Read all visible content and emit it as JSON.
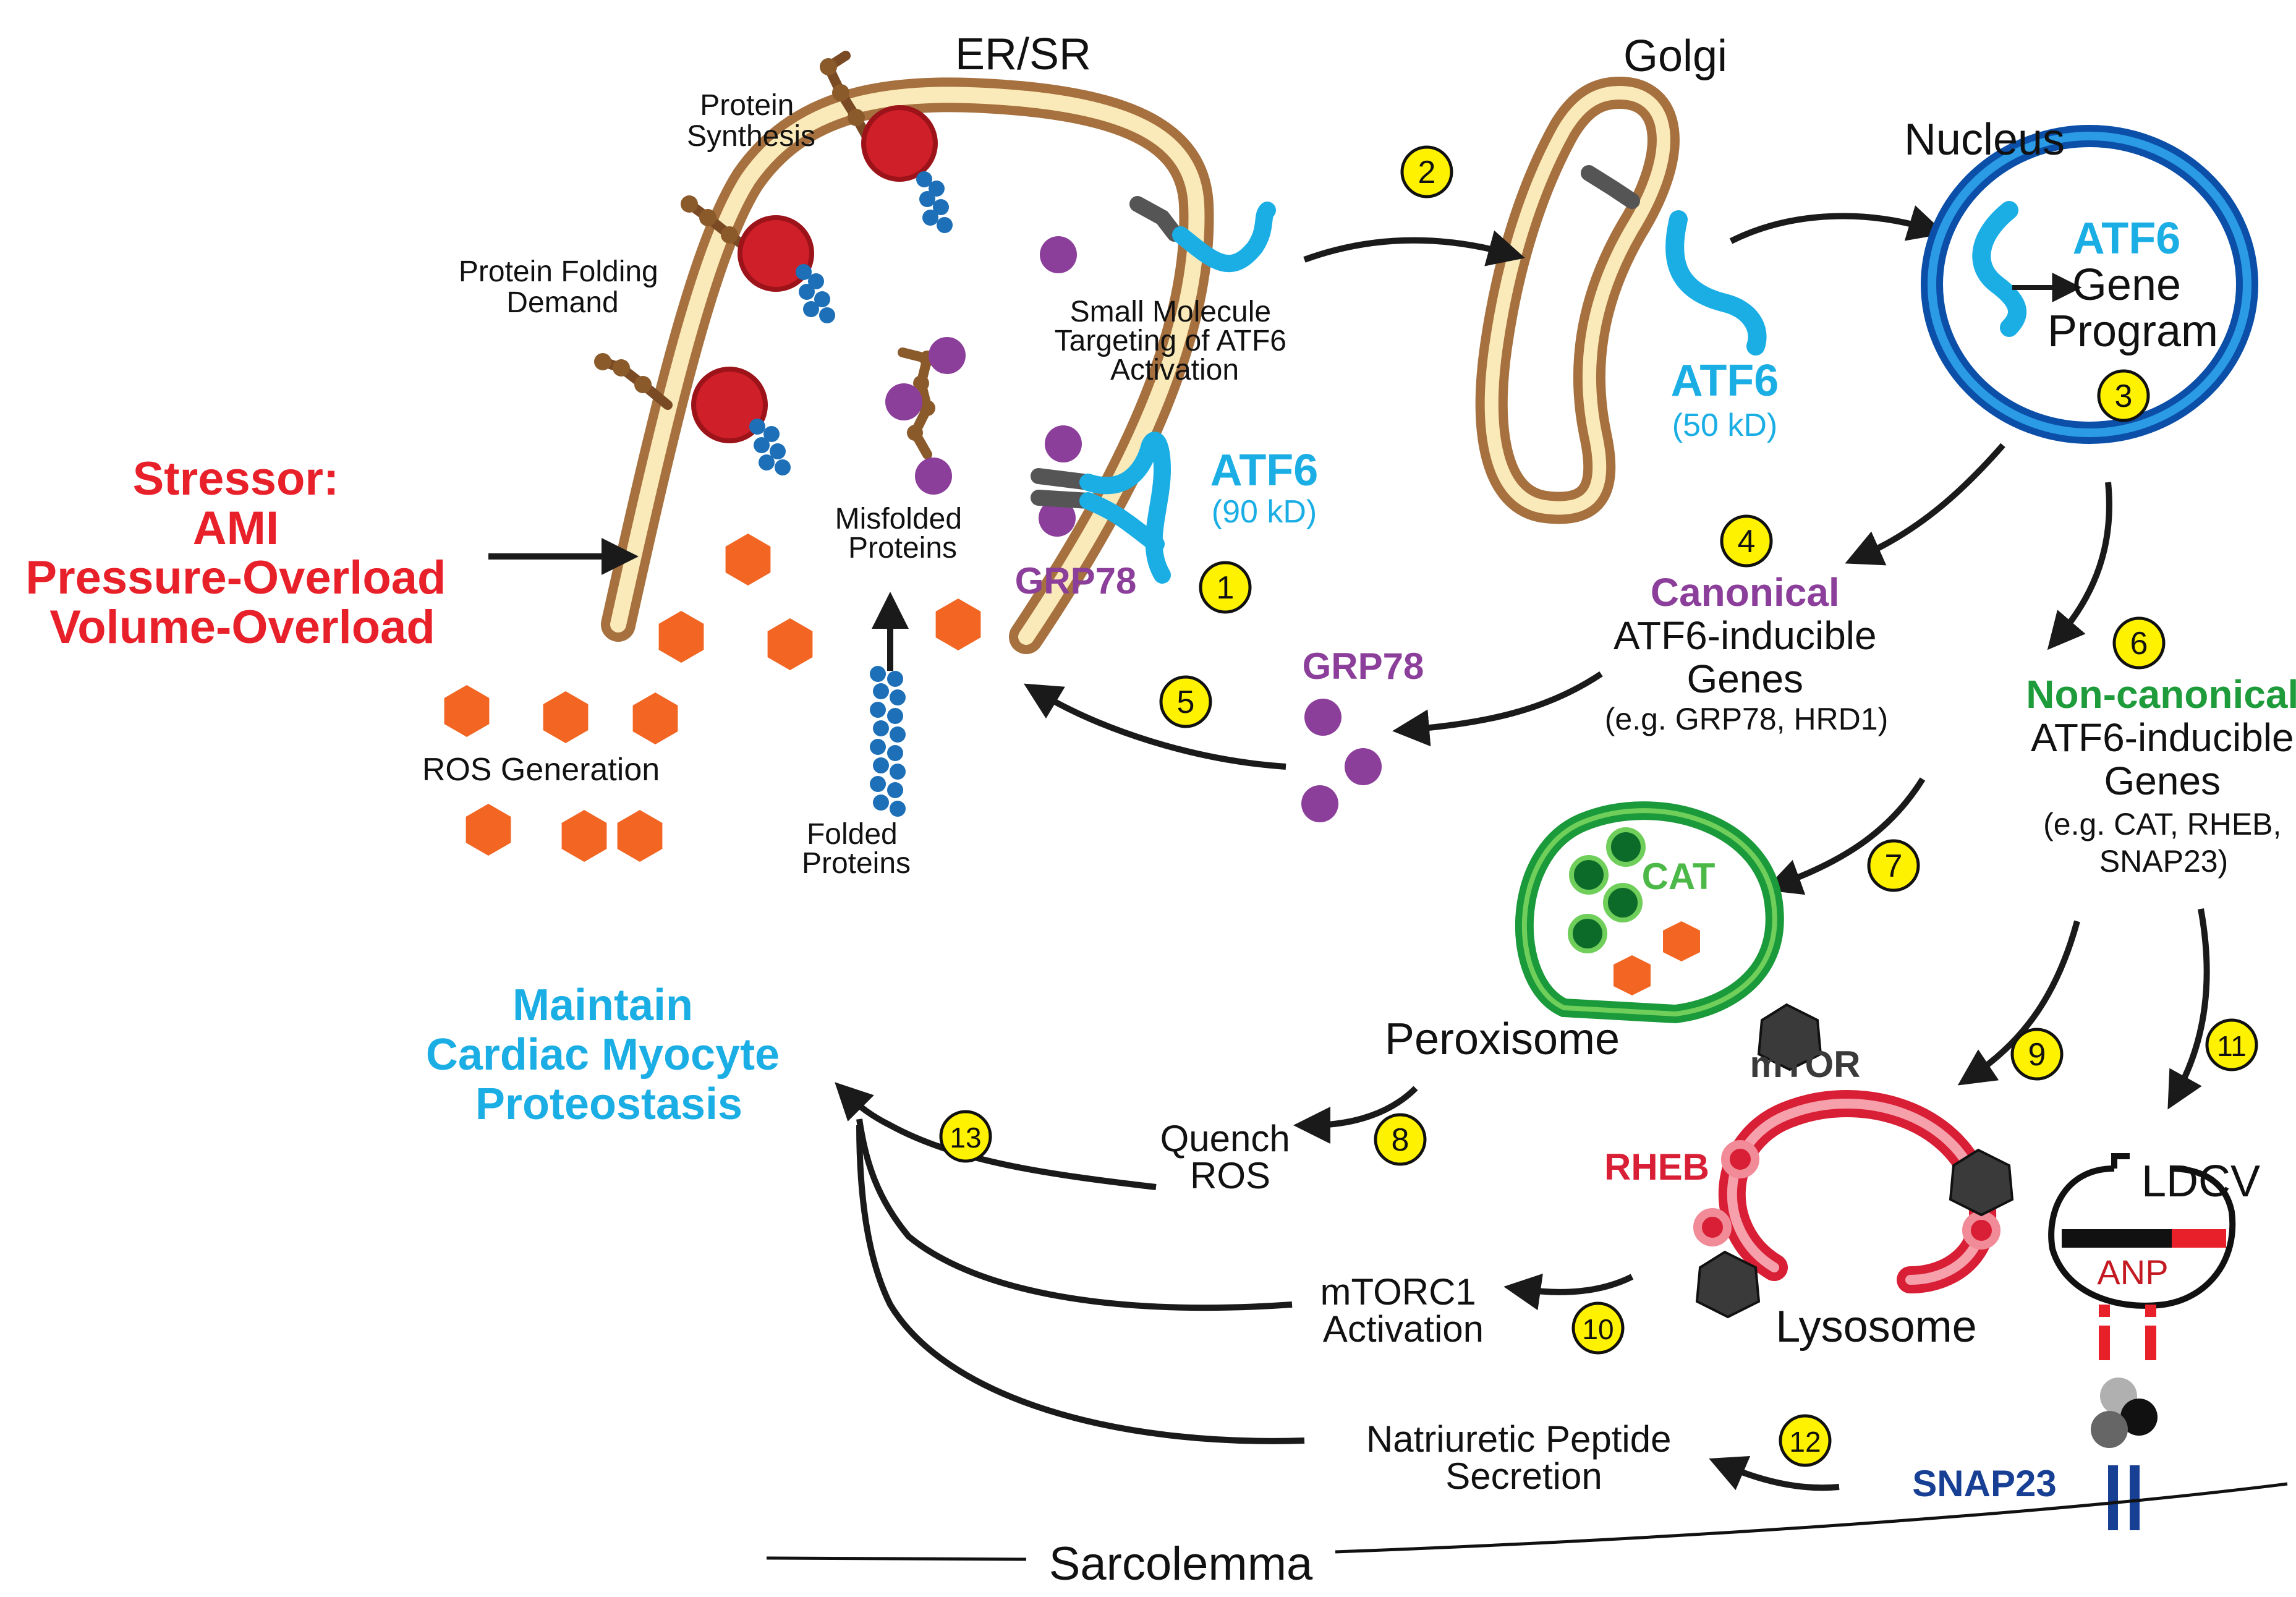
{
  "colors": {
    "stressor": "#e8202a",
    "atf6": "#1aaee5",
    "grp78": "#8b3f9a",
    "noncanonical": "#1e9b3a",
    "cat": "#4cb848",
    "rheb": "#d91f36",
    "snap23": "#173f94",
    "ros": "#f26522",
    "badge": "#fff200",
    "ribosome": "#d0202a",
    "er_membrane": "#b07c4a",
    "nucleus": "#1a6fc4"
  },
  "labels": {
    "er_sr": "ER/SR",
    "golgi": "Golgi",
    "nucleus": "Nucleus",
    "protein_synthesis": [
      "Protein",
      "Synthesis"
    ],
    "protein_folding_demand": [
      "Protein Folding",
      "Demand"
    ],
    "small_molecule": [
      "Small Molecule",
      "Targeting of ATF6",
      "Activation"
    ],
    "misfolded_proteins": [
      "Misfolded",
      "Proteins"
    ],
    "folded_proteins": [
      "Folded",
      "Proteins"
    ],
    "ros_generation": "ROS Generation",
    "stressor": [
      "Stressor:",
      "AMI",
      "Pressure-Overload",
      "Volume-Overload"
    ],
    "atf6_90": {
      "name": "ATF6",
      "size": "(90 kD)"
    },
    "atf6_50": {
      "name": "ATF6",
      "size": "(50 kD)"
    },
    "grp78_er": "GRP78",
    "grp78_free": "GRP78",
    "atf6_gene_program": [
      "ATF6",
      "Gene",
      "Program"
    ],
    "canonical": [
      "Canonical",
      "ATF6-inducible",
      "Genes",
      "(e.g. GRP78, HRD1)"
    ],
    "noncanonical": [
      "Non-canonical",
      "ATF6-inducible",
      "Genes",
      "(e.g. CAT, RHEB,",
      "SNAP23)"
    ],
    "cat": "CAT",
    "peroxisome": "Peroxisome",
    "maintain": [
      "Maintain",
      "Cardiac Myocyte",
      "Proteostasis"
    ],
    "quench_ros": [
      "Quench",
      "ROS"
    ],
    "mtor": "mTOR",
    "rheb": "RHEB",
    "lysosome": "Lysosome",
    "ldcv": "LDCV",
    "anp": "ANP",
    "mtorc1": [
      "mTORC1",
      "Activation"
    ],
    "natriuretic": [
      "Natriuretic Peptide",
      "Secretion"
    ],
    "snap23": "SNAP23",
    "sarcolemma": "Sarcolemma"
  },
  "steps": [
    "1",
    "2",
    "3",
    "4",
    "5",
    "6",
    "7",
    "8",
    "9",
    "10",
    "11",
    "12",
    "13"
  ]
}
